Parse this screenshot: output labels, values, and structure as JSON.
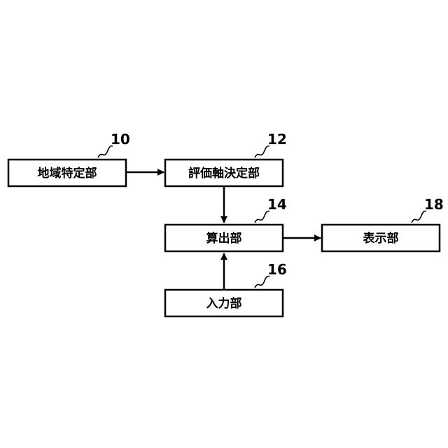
{
  "blocks": {
    "region_identification": {
      "label": "地域特定部",
      "ref": "10"
    },
    "evaluation_axis": {
      "label": "評価軸決定部",
      "ref": "12"
    },
    "calculation": {
      "label": "算出部",
      "ref": "14"
    },
    "input": {
      "label": "入力部",
      "ref": "16"
    },
    "display": {
      "label": "表示部",
      "ref": "18"
    }
  },
  "connections": [
    {
      "from": "region_identification",
      "to": "evaluation_axis"
    },
    {
      "from": "evaluation_axis",
      "to": "calculation"
    },
    {
      "from": "input",
      "to": "calculation"
    },
    {
      "from": "calculation",
      "to": "display"
    }
  ]
}
